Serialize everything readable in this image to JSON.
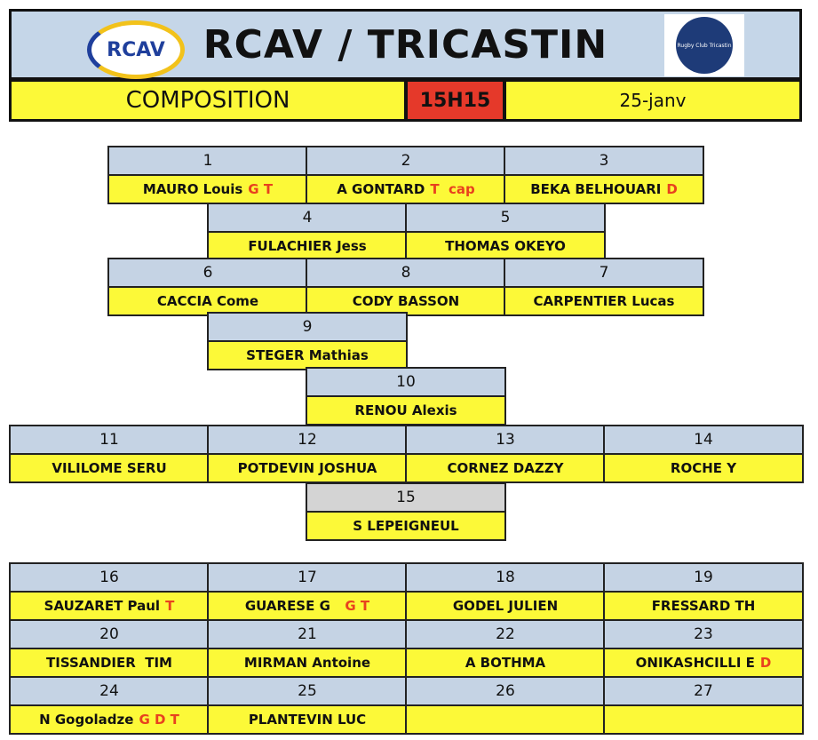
{
  "header": {
    "title": "RCAV / TRICASTIN",
    "logo_left": "RCAV",
    "logo_right": "Rugby Club Tricastin",
    "composition": "COMPOSITION",
    "time": "15H15",
    "date": "25-janv"
  },
  "players": [
    {
      "num": "1",
      "name": "MAURO Louis",
      "tag": "G T"
    },
    {
      "num": "2",
      "name": "A GONTARD",
      "tag": "T  cap"
    },
    {
      "num": "3",
      "name": "BEKA BELHOUARI",
      "tag": "D"
    },
    {
      "num": "4",
      "name": "FULACHIER Jess",
      "tag": ""
    },
    {
      "num": "5",
      "name": "THOMAS OKEYO",
      "tag": ""
    },
    {
      "num": "6",
      "name": "CACCIA Come",
      "tag": ""
    },
    {
      "num": "8",
      "name": "CODY BASSON",
      "tag": ""
    },
    {
      "num": "7",
      "name": "CARPENTIER Lucas",
      "tag": ""
    },
    {
      "num": "9",
      "name": "STEGER Mathias",
      "tag": ""
    },
    {
      "num": "10",
      "name": "RENOU Alexis",
      "tag": ""
    },
    {
      "num": "11",
      "name": "VILILOME SERU",
      "tag": ""
    },
    {
      "num": "12",
      "name": "POTDEVIN JOSHUA",
      "tag": ""
    },
    {
      "num": "13",
      "name": "CORNEZ DAZZY",
      "tag": ""
    },
    {
      "num": "14",
      "name": "ROCHE Y",
      "tag": ""
    },
    {
      "num": "15",
      "name": "S LEPEIGNEUL",
      "tag": ""
    },
    {
      "num": "16",
      "name": "SAUZARET Paul",
      "tag": "T"
    },
    {
      "num": "17",
      "name": "GUARESE G",
      "tag": "  G T"
    },
    {
      "num": "18",
      "name": "GODEL JULIEN",
      "tag": ""
    },
    {
      "num": "19",
      "name": "FRESSARD TH",
      "tag": ""
    },
    {
      "num": "20",
      "name": "TISSANDIER  TIM",
      "tag": ""
    },
    {
      "num": "21",
      "name": "MIRMAN Antoine",
      "tag": ""
    },
    {
      "num": "22",
      "name": "A BOTHMA",
      "tag": ""
    },
    {
      "num": "23",
      "name": "ONIKASHCILLI E",
      "tag": "D"
    },
    {
      "num": "24",
      "name": "N Gogoladze",
      "tag": "G D T"
    },
    {
      "num": "25",
      "name": "PLANTEVIN LUC",
      "tag": ""
    },
    {
      "num": "26",
      "name": "",
      "tag": ""
    },
    {
      "num": "27",
      "name": "",
      "tag": ""
    }
  ]
}
